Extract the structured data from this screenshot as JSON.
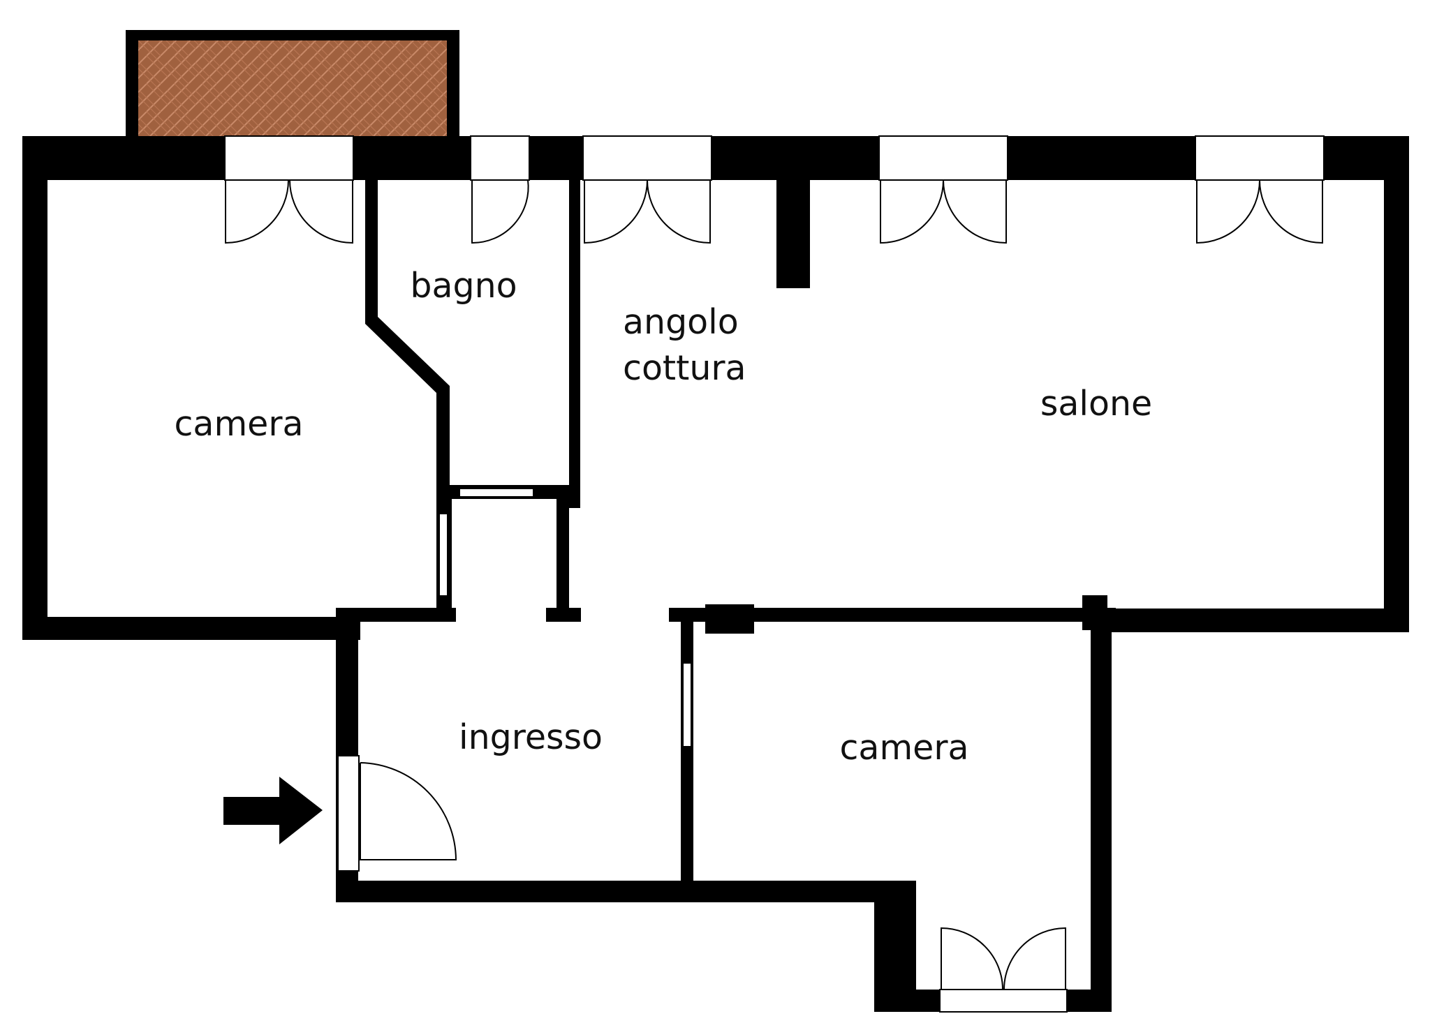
{
  "plan": {
    "rooms": {
      "camera_left": "camera",
      "bagno": "bagno",
      "angolo_line1": "angolo",
      "angolo_line2": "cottura",
      "salone": "salone",
      "ingresso": "ingresso",
      "camera_right": "camera"
    }
  },
  "colors": {
    "wall": "#000000",
    "background": "#ffffff",
    "balcony_tile": "#a0613f",
    "balcony_grout": "#c98a69"
  },
  "icons": {
    "entrance_arrow": "arrow-right-icon"
  }
}
